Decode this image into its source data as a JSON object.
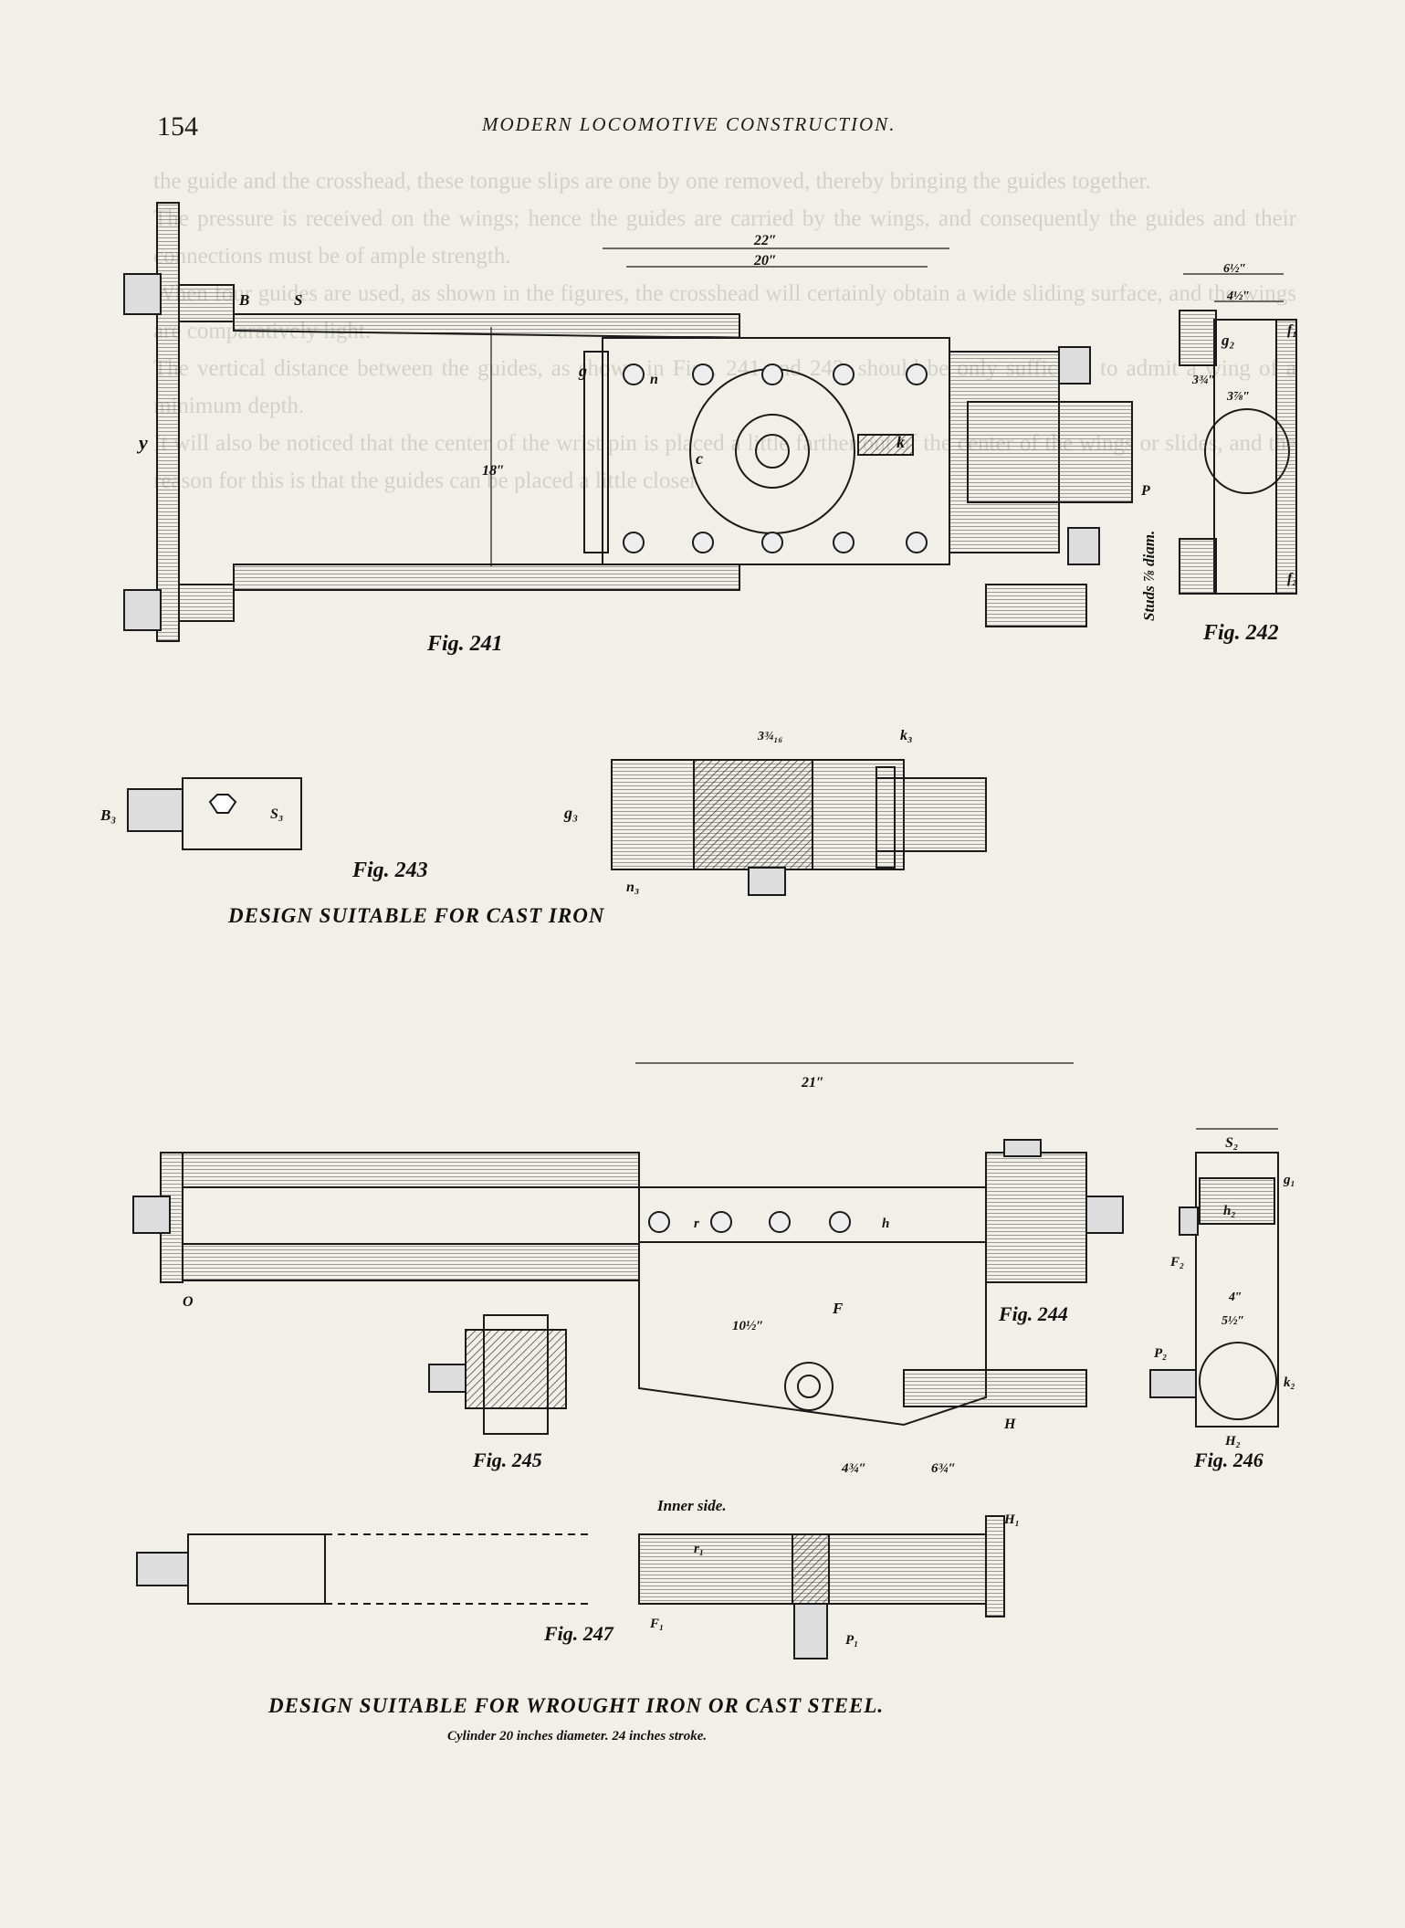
{
  "header": {
    "page_number": "154",
    "running_title": "MODERN LOCOMOTIVE CONSTRUCTION."
  },
  "figures": {
    "fig241": "Fig. 241",
    "fig242": "Fig. 242",
    "fig243": "Fig. 243",
    "fig244": "Fig. 244",
    "fig245": "Fig. 245",
    "fig246": "Fig. 246",
    "fig247": "Fig. 247"
  },
  "captions": {
    "cast_iron": "DESIGN SUITABLE FOR CAST IRON",
    "wrought_iron": "DESIGN SUITABLE FOR WROUGHT IRON OR CAST STEEL.",
    "cylinder": "Cylinder 20 inches diameter. 24 inches stroke."
  },
  "labels": {
    "studs": "Studs ⅞ diam.",
    "inner_side": "Inner side.",
    "B": "B",
    "S": "S",
    "y": "y",
    "n": "n",
    "g": "g",
    "c": "c",
    "k": "k",
    "P": "P",
    "g2": "g₂",
    "f1": "f₁",
    "f2": "f₂",
    "B3": "B₃",
    "S3": "S₃",
    "g3": "g₃",
    "n3": "n₃",
    "k3": "k₃",
    "O": "O",
    "F": "F",
    "H": "H",
    "r": "r",
    "h": "h",
    "S2": "S₂",
    "g1": "g₁",
    "F2": "F₂",
    "h2": "h₂",
    "P2": "P₂",
    "k2": "k₂",
    "H2": "H₂",
    "H1": "H₁",
    "F1": "F₁",
    "r1": "r₁",
    "P1": "P₁"
  },
  "dimensions": {
    "d22": "22″",
    "d20": "20″",
    "d18": "18″",
    "d6_half": "6½″",
    "d4_half": "4½″",
    "d3_quarter": "3¾″",
    "d3_7_8": "3⅞″",
    "d3_3_16": "3¾₁₆",
    "d21": "21″",
    "d10_half": "10½″",
    "d5_half": "5½″",
    "d4": "4″",
    "d4_three": "4¾″",
    "d6_three": "6¾″"
  },
  "bleed_through_text": [
    "the guide and the crosshead, these tongue slips are one by one removed, thereby bringing the guides together.",
    "The pressure is received on the wings; hence the guides are carried by the wings, and consequently the guides and their connections must be of ample strength.",
    "When four guides are used, as shown in the figures, the crosshead will certainly obtain a wide sliding surface, and the wings are comparatively light.",
    "The vertical distance between the guides, as shown in Figs. 241 and 242, should be only sufficient to admit a wing of a minimum depth.",
    "It will also be noticed that the center of the wrist pin is placed a little farther out of the center of the wings or slides, and the reason for this is that the guides can be placed a little closer."
  ]
}
